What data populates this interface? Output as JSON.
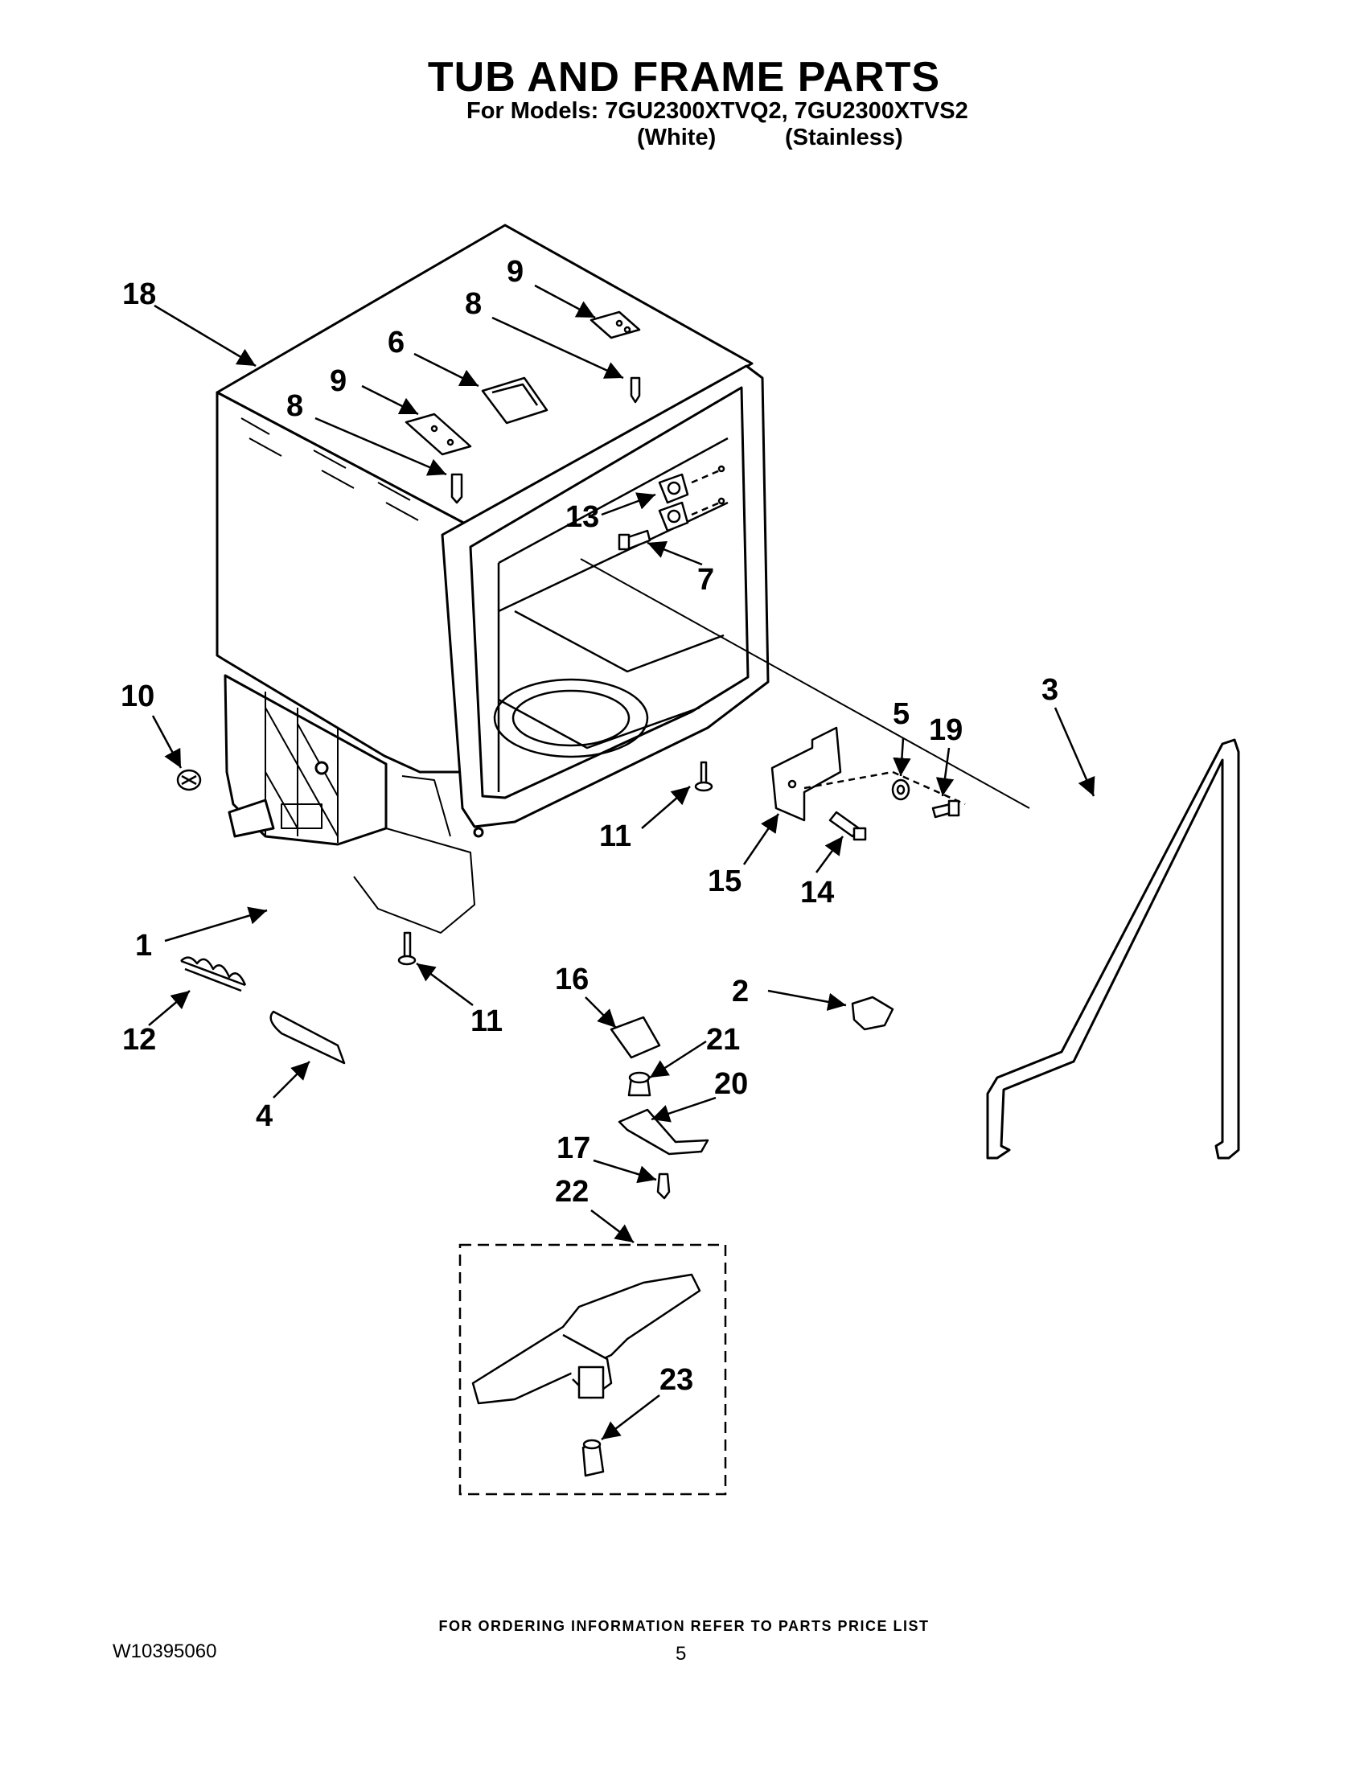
{
  "header": {
    "title": "TUB AND FRAME PARTS",
    "models_line": "For Models: 7GU2300XTVQ2, 7GU2300XTVS2",
    "finish_white": "(White)",
    "finish_stainless": "(Stainless)"
  },
  "callouts": [
    "18",
    "9",
    "8",
    "6",
    "9",
    "8",
    "13",
    "7",
    "10",
    "3",
    "5",
    "19",
    "11",
    "15",
    "14",
    "1",
    "11",
    "12",
    "4",
    "16",
    "2",
    "21",
    "20",
    "17",
    "22",
    "23"
  ],
  "footer": {
    "ordering_info": "FOR ORDERING INFORMATION REFER TO PARTS PRICE LIST",
    "document_number": "W10395060",
    "page_number": "5"
  }
}
